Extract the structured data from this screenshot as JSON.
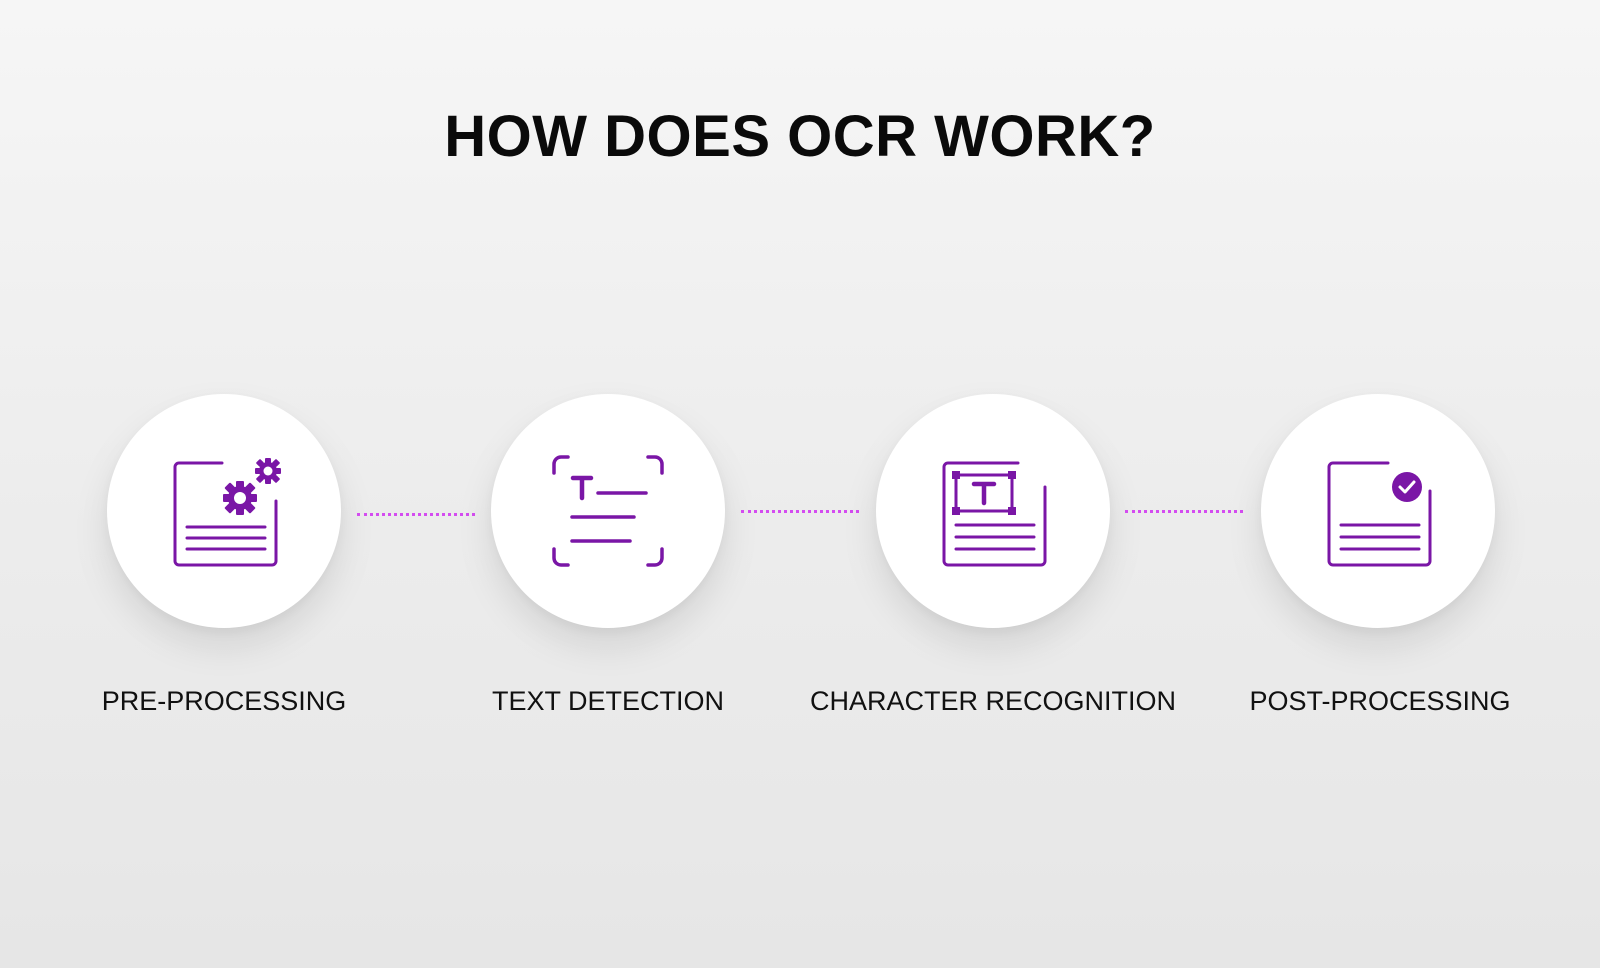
{
  "title": "HOW DOES OCR WORK?",
  "colors": {
    "icon": "#7a16a6",
    "connector": "#d44cf0",
    "circle": "#ffffff",
    "text": "#111111"
  },
  "steps": [
    {
      "label": "PRE-PROCESSING",
      "icon": "document-gears-icon"
    },
    {
      "label": "TEXT DETECTION",
      "icon": "text-scan-icon"
    },
    {
      "label": "CHARACTER RECOGNITION",
      "icon": "document-text-box-icon"
    },
    {
      "label": "POST-PROCESSING",
      "icon": "document-check-icon"
    }
  ]
}
